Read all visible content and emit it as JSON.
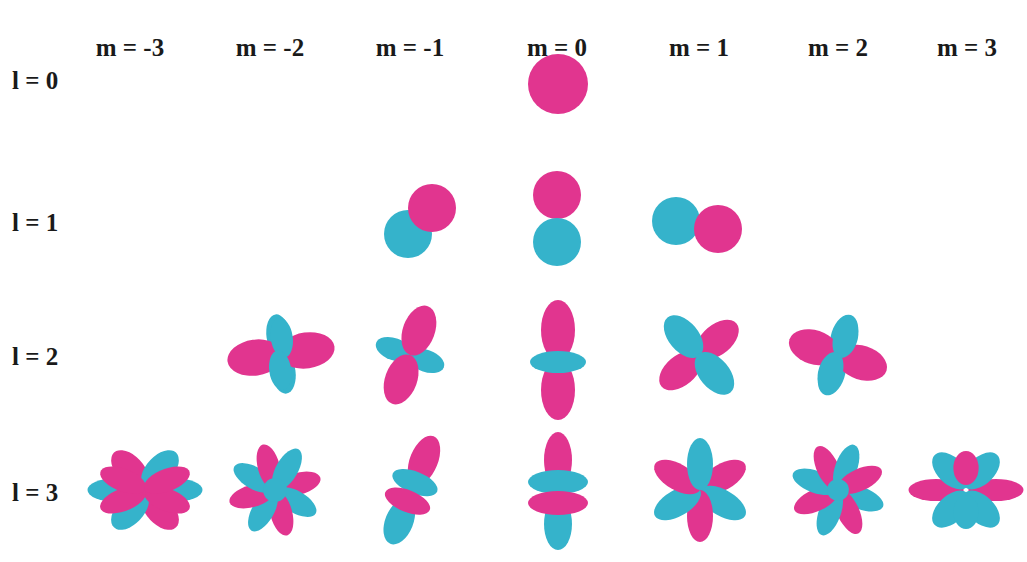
{
  "diagram": {
    "labels": [
      "m = -3",
      "m = -2",
      "m = -1",
      "m = 0",
      "m = 1",
      "m = 2",
      "m = 3",
      "l = 0",
      "l = 1",
      "l = 2",
      "l = 3"
    ]
  }
}
